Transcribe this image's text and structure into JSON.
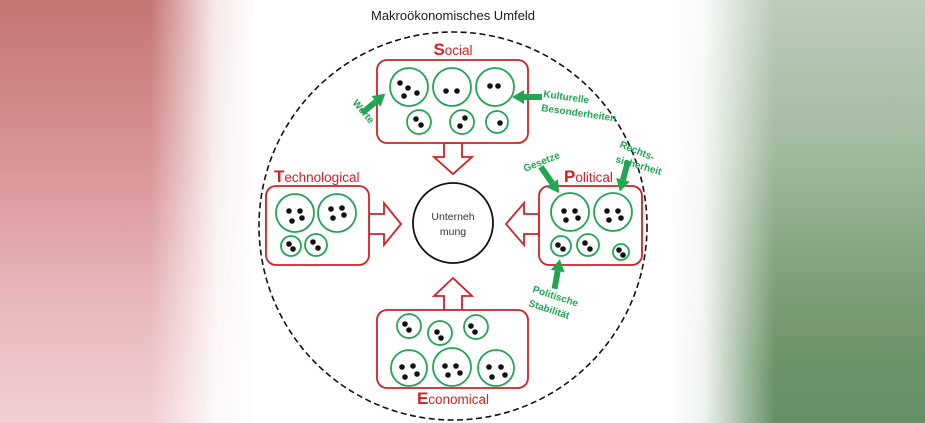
{
  "title": "Makroökonomisches Umfeld",
  "center": {
    "line1": "Unterneh",
    "line2": "mung"
  },
  "factors": {
    "social": {
      "initial": "S",
      "rest": "ocial"
    },
    "technological": {
      "initial": "T",
      "rest": "echnological"
    },
    "political": {
      "initial": "P",
      "rest": "olitical"
    },
    "economical": {
      "initial": "E",
      "rest": "conomical"
    }
  },
  "annotations": {
    "werte": "Werte",
    "kulturelle_1": "Kulturelle",
    "kulturelle_2": "Besonderheiten",
    "gesetze": "Gesetze",
    "rechts_1": "Rechts-",
    "rechts_2": "sicherheit",
    "politische_1": "Politische",
    "politische_2": "Stabilität"
  },
  "colors": {
    "factor_red": "#d32026",
    "element_green": "#22a552",
    "outline_black": "#111111"
  }
}
